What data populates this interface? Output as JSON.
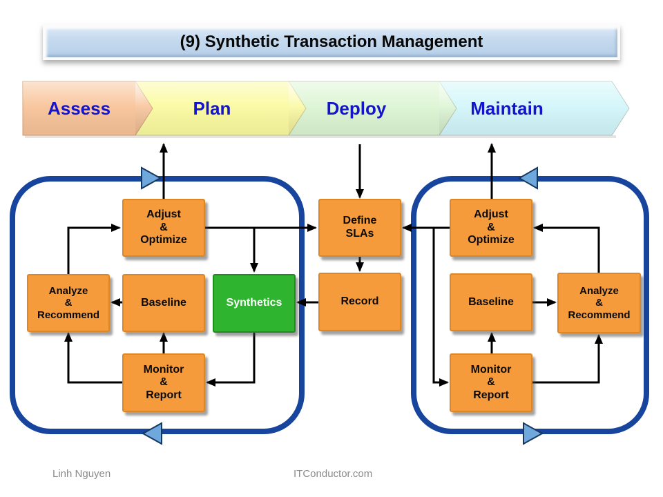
{
  "slide": {
    "title": "(9) Synthetic Transaction Management",
    "footer": {
      "author": "Linh Nguyen",
      "website": "ITConductor.com"
    }
  },
  "phases": [
    {
      "id": "assess",
      "label": "Assess",
      "fill": "#f8c398"
    },
    {
      "id": "plan",
      "label": "Plan",
      "fill": "#fbfa9f"
    },
    {
      "id": "deploy",
      "label": "Deploy",
      "fill": "#dcf5d3"
    },
    {
      "id": "maintain",
      "label": "Maintain",
      "fill": "#d2f6fa"
    }
  ],
  "nodes": {
    "adjust_left": {
      "label": "Adjust\n&\nOptimize",
      "color": "orange"
    },
    "analyze_left": {
      "label": "Analyze\n&\nRecommend",
      "color": "orange"
    },
    "baseline_left": {
      "label": "Baseline",
      "color": "orange"
    },
    "synthetics": {
      "label": "Synthetics",
      "color": "green"
    },
    "monitor_left": {
      "label": "Monitor\n&\nReport",
      "color": "orange"
    },
    "define_slas": {
      "label": "Define\nSLAs",
      "color": "orange"
    },
    "record": {
      "label": "Record",
      "color": "orange"
    },
    "adjust_right": {
      "label": "Adjust\n&\nOptimize",
      "color": "orange"
    },
    "baseline_right": {
      "label": "Baseline",
      "color": "orange"
    },
    "analyze_right": {
      "label": "Analyze\n&\nRecommend",
      "color": "orange"
    },
    "monitor_right": {
      "label": "Monitor\n&\nReport",
      "color": "orange"
    }
  },
  "flow_markers": {
    "left_loop": {
      "top_triangle": "points-right",
      "bottom_triangle": "points-left"
    },
    "right_loop": {
      "top_triangle": "points-left",
      "bottom_triangle": "points-right"
    }
  },
  "colors": {
    "orange_box": "#f59b3b",
    "orange_border": "#dd8627",
    "green_box": "#2eb42e",
    "green_border": "#1f8c1f",
    "loop_blue": "#17449c",
    "tri_fill": "#6fa8dc",
    "tri_border": "#17375e",
    "phase_assess": "#f8c398",
    "phase_plan": "#fbfa9f",
    "phase_deploy": "#dcf5d3",
    "phase_maintain": "#d2f6fa",
    "phase_text": "#1414cc",
    "footer_gray": "#8a8a8a",
    "connector_black": "#000000"
  }
}
